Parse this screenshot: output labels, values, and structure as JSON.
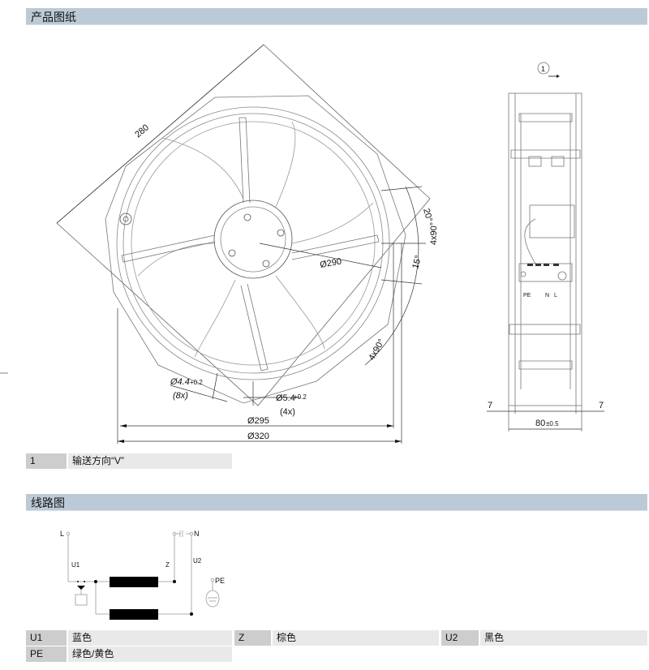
{
  "sections": {
    "drawing_title": "产品图纸",
    "wiring_title": "线路图"
  },
  "drawing": {
    "dim_square": "280",
    "dim_20deg": "20°",
    "dim_4x90_a": "4x90°",
    "dim_15deg": "15°",
    "dim_290": "Ø290",
    "dim_4x90_b": "4x90°",
    "hole_small": "Ø4.4",
    "hole_small_tol": "+0.2",
    "hole_small_count": "(8x)",
    "hole_large": "Ø5.4",
    "hole_large_tol": "+0.2",
    "hole_large_count": "(4x)",
    "dim_295": "Ø295",
    "dim_320": "Ø320",
    "direction_marker": "1",
    "side_left": "7",
    "side_right": "7",
    "side_width": "80",
    "side_width_tol": "±0.5",
    "terminal_pe": "PE",
    "terminal_n": "N",
    "terminal_l": "L"
  },
  "legend": [
    {
      "key": "1",
      "value": "输送方向“V”"
    }
  ],
  "wiring": {
    "label_l": "L",
    "label_n": "N",
    "label_u1": "U1",
    "label_z": "Z",
    "label_u2": "U2",
    "label_pe": "PE"
  },
  "wire_colors": [
    {
      "key": "U1",
      "value": "蓝色"
    },
    {
      "key": "Z",
      "value": "棕色"
    },
    {
      "key": "U2",
      "value": "黑色"
    },
    {
      "key": "PE",
      "value": "绿色/黄色"
    }
  ]
}
